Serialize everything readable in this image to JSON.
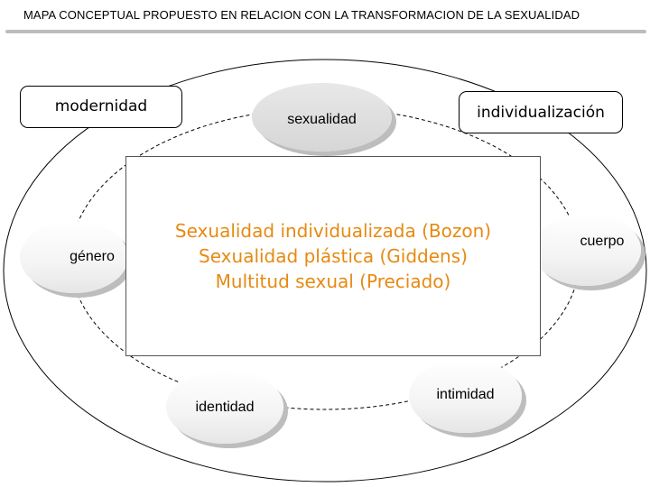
{
  "title": "MAPA CONCEPTUAL PROPUESTO EN RELACION CON LA TRANSFORMACION DE LA SEXUALIDAD",
  "colors": {
    "central_text": "#e68a12",
    "node_fill": "#f2f2f2",
    "shadow": "#bdbdbd"
  },
  "nodes": {
    "modernidad": "modernidad",
    "sexualidad": "sexualidad",
    "individualizacion": "individualización",
    "genero": "género",
    "cuerpo": "cuerpo",
    "identidad": "identidad",
    "intimidad": "intimidad"
  },
  "central": {
    "line1": "Sexualidad individualizada (Bozon)",
    "line2": "Sexualidad plástica (Giddens)",
    "line3": "Multitud sexual (Preciado)"
  }
}
